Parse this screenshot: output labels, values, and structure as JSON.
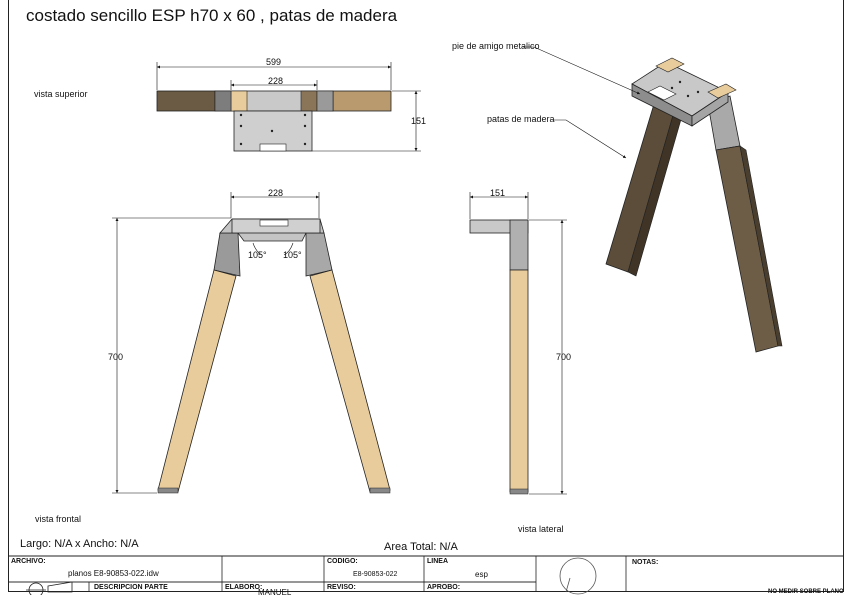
{
  "title": "costado sencillo ESP h70 x 60 , patas de madera",
  "views": {
    "top": "vista superior",
    "front": "vista frontal",
    "side": "vista lateral"
  },
  "callouts": {
    "bracket": "pie de amigo metalico",
    "legs": "patas de madera"
  },
  "dimensions": {
    "top_width": "599",
    "top_inner": "228",
    "top_depth": "151",
    "front_width": "228",
    "front_angle_left": "105°",
    "front_angle_right": "105°",
    "front_height": "700",
    "side_width": "151",
    "side_height": "700"
  },
  "info": {
    "size": "Largo: N/A x Ancho: N/A",
    "area": "Area Total: N/A"
  },
  "title_block": {
    "archivo_label": "ARCHIVO:",
    "archivo_value": "planos E8-90853-022.idw",
    "descripcion_label": "DESCRIPCION PARTE",
    "elaboro_label": "ELABORO:",
    "elaboro_value": "MANUEL",
    "codigo_label": "CODIGO:",
    "codigo_value": "E8-90853-022",
    "reviso_label": "REVISO:",
    "linea_label": "LINEA",
    "linea_value": "esp",
    "aprobo_label": "APROBO:",
    "notas_label": "NOTAS:",
    "note": "NO MEDIR SOBRE PLANO"
  },
  "colors": {
    "wood": "#e8cc9c",
    "dark_wood": "#6b5a44",
    "steel": "#c4c4c4",
    "steel_dark": "#8d8d8d"
  }
}
